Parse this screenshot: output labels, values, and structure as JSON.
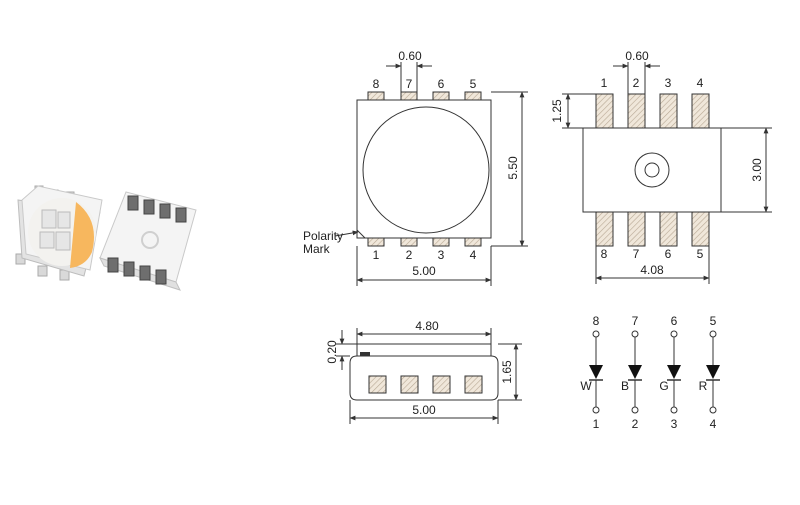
{
  "colors": {
    "line": "#333333",
    "pad_fill": "#f0e7da",
    "pad_hatch": "#b8a894",
    "body_fill": "#ffffff",
    "led_white": "#f3f2ef",
    "led_yellow": "#f7b75e"
  },
  "top_view": {
    "pitch_dim": "0.60",
    "width_dim": "5.00",
    "height_dim": "5.50",
    "top_pins": [
      "8",
      "7",
      "6",
      "5"
    ],
    "bottom_pins": [
      "1",
      "2",
      "3",
      "4"
    ],
    "polarity_line1": "Polarity",
    "polarity_line2": "Mark"
  },
  "bottom_view": {
    "pitch_dim": "0.60",
    "pad_length_dim": "1.25",
    "height_dim": "3.00",
    "span_dim": "4.08",
    "top_pins": [
      "1",
      "2",
      "3",
      "4"
    ],
    "bottom_pins": [
      "8",
      "7",
      "6",
      "5"
    ]
  },
  "side_view": {
    "top_width_dim": "4.80",
    "step_dim": "0.20",
    "height_dim": "1.65",
    "width_dim": "5.00"
  },
  "schematic": {
    "channels": [
      {
        "top_pin": "8",
        "color_label": "W",
        "bottom_pin": "1"
      },
      {
        "top_pin": "7",
        "color_label": "B",
        "bottom_pin": "2"
      },
      {
        "top_pin": "6",
        "color_label": "G",
        "bottom_pin": "3"
      },
      {
        "top_pin": "5",
        "color_label": "R",
        "bottom_pin": "4"
      }
    ]
  }
}
